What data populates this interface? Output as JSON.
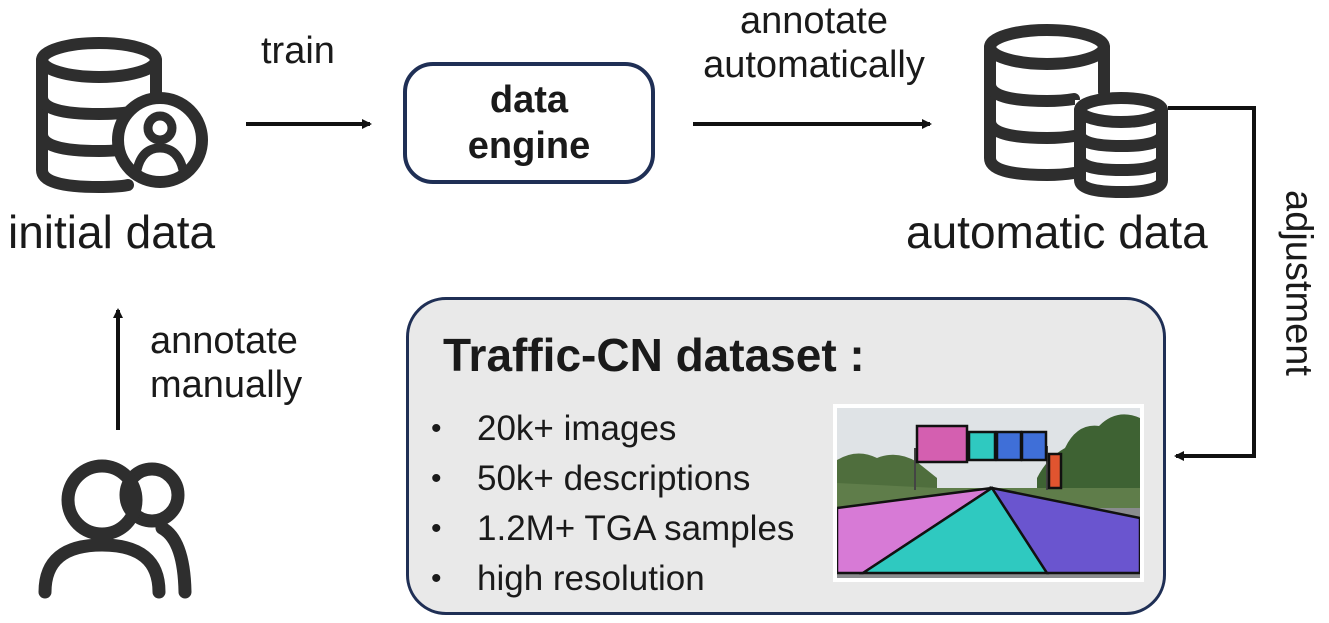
{
  "nodes": {
    "initial_data": "initial data",
    "data_engine_line1": "data",
    "data_engine_line2": "engine",
    "automatic_data": "automatic data"
  },
  "edges": {
    "train": "train",
    "annotate_auto_line1": "annotate",
    "annotate_auto_line2": "automatically",
    "annotate_manual_line1": "annotate",
    "annotate_manual_line2": "manually",
    "adjustment": "adjustment"
  },
  "dataset": {
    "title": "Traffic-CN dataset :",
    "items": [
      "20k+ images",
      "50k+ descriptions",
      "1.2M+ TGA samples",
      "high resolution"
    ],
    "bullet": "•"
  },
  "colors": {
    "border": "#1f2f55",
    "panel": "#e9e9e9",
    "icon": "#2e2e2e",
    "lane_left": "#d77ad6",
    "lane_center": "#2fc9c0",
    "lane_right": "#6a55cf"
  },
  "icons": [
    "database-user-icon",
    "database-stack-icon",
    "users-icon"
  ]
}
